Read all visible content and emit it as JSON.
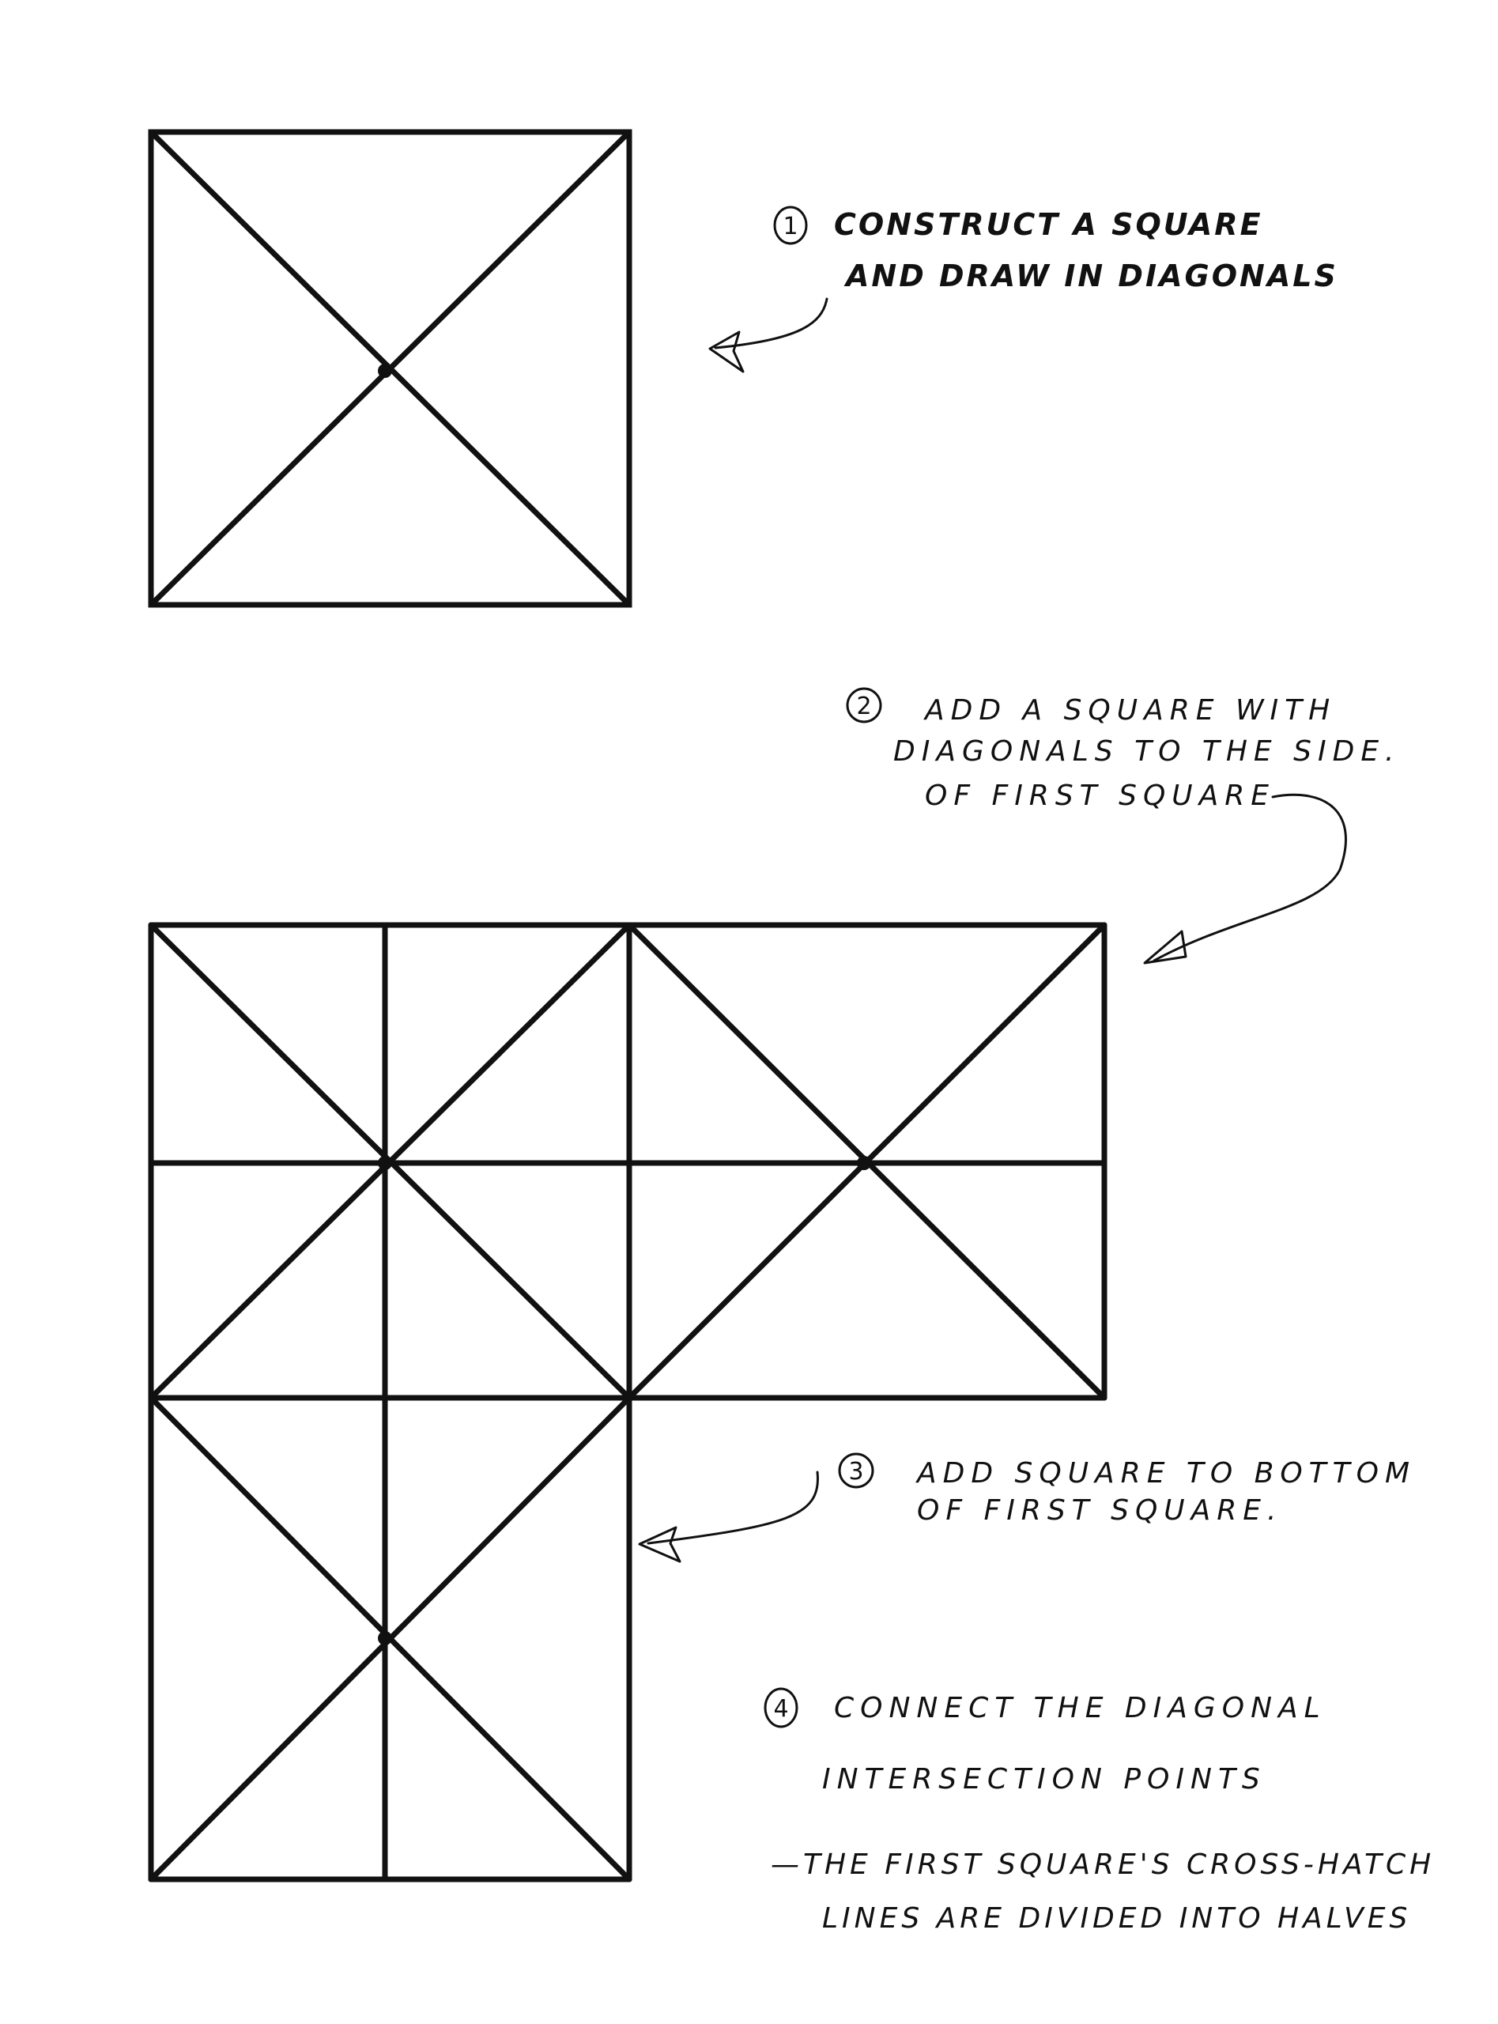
{
  "steps": [
    {
      "number": "1",
      "lines": [
        "CONSTRUCT A SQUARE",
        "AND DRAW IN DIAGONALS"
      ]
    },
    {
      "number": "2",
      "lines": [
        "ADD A SQUARE WITH",
        "DIAGONALS TO THE SIDE.",
        "OF FIRST SQUARE"
      ]
    },
    {
      "number": "3",
      "lines": [
        "ADD SQUARE TO BOTTOM",
        "OF FIRST SQUARE."
      ]
    },
    {
      "number": "4",
      "lines": [
        "CONNECT THE DIAGONAL",
        "INTERSECTION POINTS",
        "—THE FIRST SQUARE'S CROSS-HATCH",
        "LINES ARE DIVIDED INTO HALVES"
      ]
    }
  ]
}
